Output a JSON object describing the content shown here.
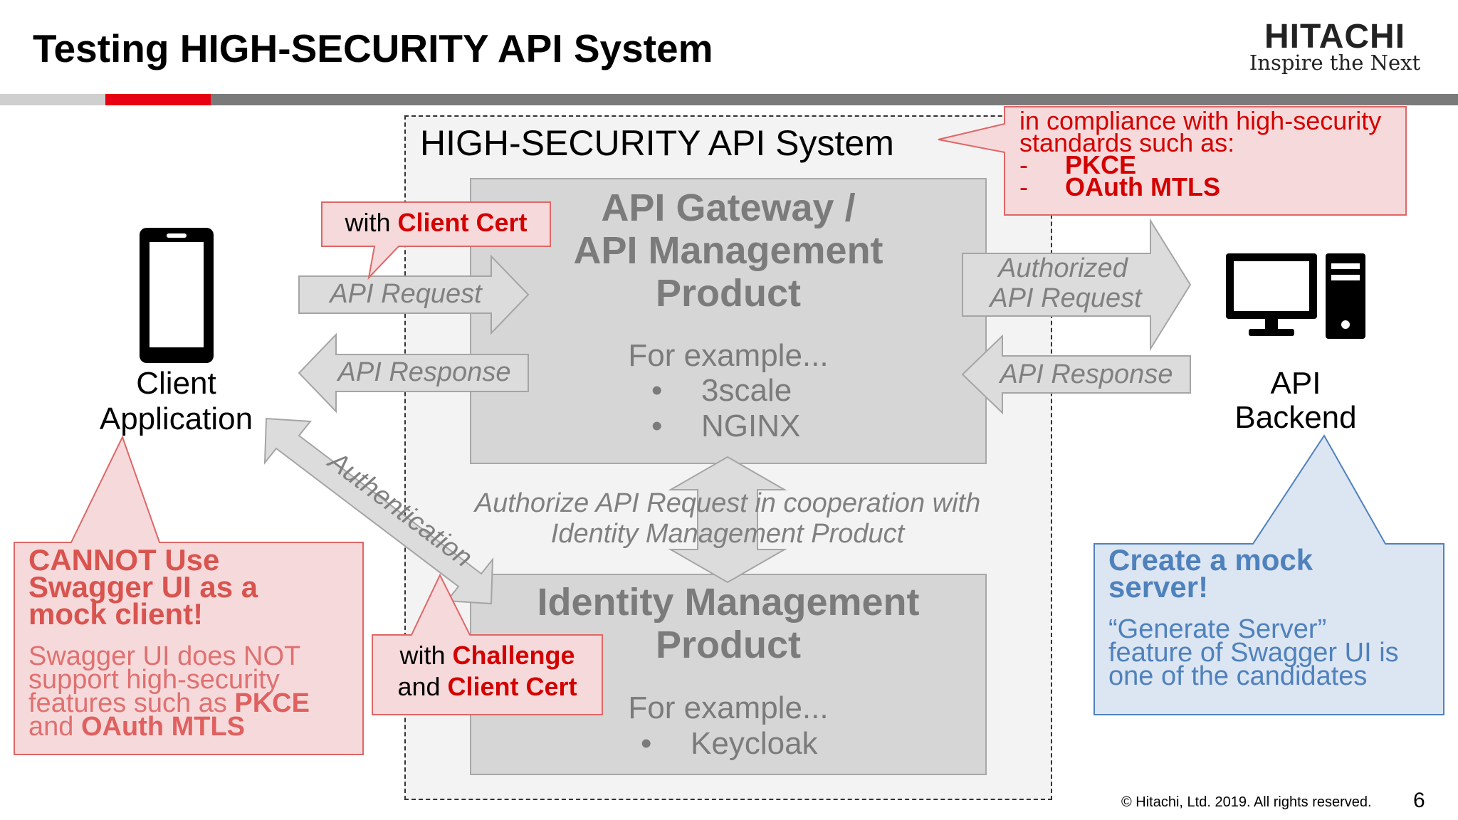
{
  "slide": {
    "title": "Testing HIGH-SECURITY API System",
    "page_number": "6",
    "copyright": "© Hitachi, Ltd. 2019. All rights reserved."
  },
  "logo": {
    "brand": "HITACHI",
    "tagline": "Inspire the Next"
  },
  "system": {
    "title": "HIGH-SECURITY API System"
  },
  "gateway": {
    "title_line1": "API Gateway /",
    "title_line2": "API Management",
    "title_line3": "Product",
    "example_intro": "For example...",
    "examples": [
      "3scale",
      "NGINX"
    ]
  },
  "identity": {
    "title_line1": "Identity Management",
    "title_line2": "Product",
    "example_intro": "For example...",
    "examples": [
      "Keycloak"
    ]
  },
  "client": {
    "label_line1": "Client",
    "label_line2": "Application"
  },
  "backend": {
    "label_line1": "API",
    "label_line2": "Backend"
  },
  "arrows": {
    "api_request": "API Request",
    "api_response_left": "API Response",
    "authorized_line1": "Authorized",
    "authorized_line2": "API Request",
    "api_response_right": "API Response",
    "authentication": "Authentication",
    "authorize_note_line1": "Authorize API Request in cooperation with",
    "authorize_note_line2": "Identity Management Product"
  },
  "callouts": {
    "client_cert_prefix": "with ",
    "client_cert_bold": "Client Cert",
    "challenge_prefix": "with ",
    "challenge_bold": "Challenge",
    "challenge_line2_prefix": "and ",
    "challenge_line2_bold": "Client Cert",
    "compliance_line1": "in compliance with high-security",
    "compliance_line2": "standards such as:",
    "compliance_items": [
      "PKCE",
      "OAuth MTLS"
    ],
    "cannot_head_line1": "CANNOT Use",
    "cannot_head_line2": "Swagger UI as a",
    "cannot_head_line3": "mock client!",
    "cannot_body_line1": "Swagger UI does NOT",
    "cannot_body_line2": "support high-security",
    "cannot_body_line3_prefix": "features such as ",
    "cannot_body_line3_bold": "PKCE",
    "cannot_body_line4_prefix": "and ",
    "cannot_body_line4_bold": "OAuth MTLS",
    "mock_head_line1": "Create a mock",
    "mock_head_line2": "server!",
    "mock_body_line1": "“Generate Server”",
    "mock_body_line2": "feature of Swagger UI is",
    "mock_body_line3": "one of the candidates"
  },
  "colors": {
    "accent_red": "#e60012",
    "callout_red_fill": "#f6dadb",
    "callout_red_stroke": "#e06666",
    "callout_blue_fill": "#dce6f2",
    "callout_blue_stroke": "#4f81bd",
    "arrow_fill": "#dcdcdc",
    "arrow_stroke": "#a5a5a5"
  },
  "icons": {
    "client": "smartphone-icon",
    "backend": "desktop-computer-icon"
  }
}
